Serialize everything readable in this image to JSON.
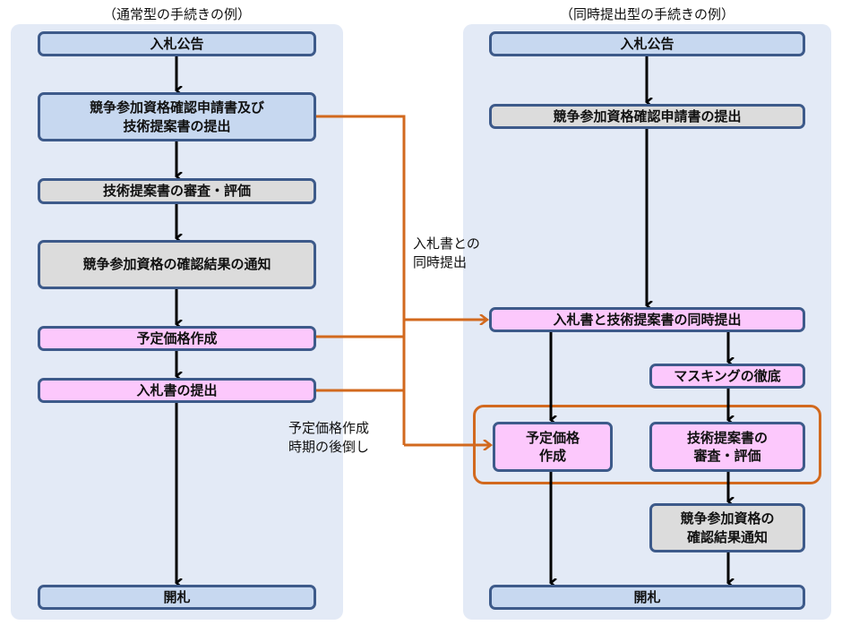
{
  "left": {
    "heading": "（通常型の手続きの例）",
    "steps": [
      {
        "label": "入札公告",
        "color": "blue"
      },
      {
        "label": "競争参加資格確認申請書及び\n技術提案書の提出",
        "color": "blue"
      },
      {
        "label": "技術提案書の審査・評価",
        "color": "gray"
      },
      {
        "label": "競争参加資格の確認結果の通知",
        "color": "gray"
      },
      {
        "label": "予定価格作成",
        "color": "pink"
      },
      {
        "label": "入札書の提出",
        "color": "pink"
      },
      {
        "label": "開札",
        "color": "blue"
      }
    ]
  },
  "right": {
    "heading": "（同時提出型の手続きの例）",
    "steps": [
      {
        "label": "入札公告",
        "color": "blue"
      },
      {
        "label": "競争参加資格確認申請書の提出",
        "color": "gray"
      },
      {
        "label": "入札書と技術提案書の同時提出",
        "color": "pink"
      },
      {
        "label": "マスキングの徹底",
        "color": "pink"
      },
      {
        "label": "予定価格\n作成",
        "color": "pink"
      },
      {
        "label": "技術提案書の\n審査・評価",
        "color": "pink"
      },
      {
        "label": "競争参加資格の\n確認結果通知",
        "color": "gray"
      },
      {
        "label": "開札",
        "color": "blue"
      }
    ]
  },
  "annotations": {
    "simultaneous": "入札書との\n同時提出",
    "postpone": "予定価格作成\n時期の後倒し"
  },
  "colors": {
    "panel": "#e3eaf6",
    "box_border": "#3d5a8a",
    "blue": "#c7d8f0",
    "gray": "#dcdcdc",
    "pink": "#fcc8fc",
    "connector": "#d2691e",
    "arrow": "#000000"
  }
}
